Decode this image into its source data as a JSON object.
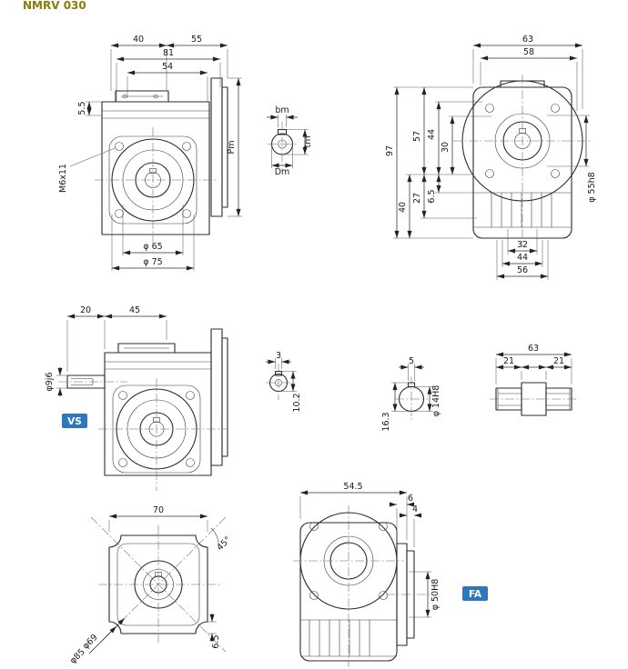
{
  "page": {
    "header": "NMRV 030"
  },
  "colors": {
    "badge_bg": "#2e77bd",
    "badge_text": "#ffffff"
  },
  "views": {
    "front": {
      "d40": "40",
      "d55": "55",
      "d81": "81",
      "d54": "54",
      "d5_5": "5.5",
      "m6": "M6x11",
      "pm": "Pm",
      "d65": "φ 65",
      "d75": "φ 75"
    },
    "shaft_section": {
      "bm": "bm",
      "tm": "tm",
      "dm": "Dm"
    },
    "side": {
      "d63": "63",
      "d58": "58",
      "d97": "97",
      "d57": "57",
      "d44a": "44",
      "d30": "30",
      "d27": "27",
      "d6_5": "6.5",
      "d40": "40",
      "d55h8": "φ 55h8",
      "d32": "32",
      "d44b": "44",
      "d56": "56"
    },
    "vs": {
      "badge": "VS",
      "d20": "20",
      "d45": "45",
      "d9j6": "φ9j6"
    },
    "key_detail": {
      "d3": "3",
      "d10_2": "10.2"
    },
    "bore_detail": {
      "d5": "5",
      "d16_3": "16.3",
      "d14h8": "φ 14H8"
    },
    "shaft_view": {
      "d63": "63",
      "d21a": "21",
      "d21b": "21"
    },
    "bottom": {
      "d70": "70",
      "a45": "45°",
      "d6_5": "6.5",
      "d69": "φ69",
      "d85": "φ85"
    },
    "fa": {
      "badge": "FA",
      "d54_5": "54.5",
      "d6": "6",
      "d4": "4",
      "d50h8": "φ 50H8"
    }
  }
}
